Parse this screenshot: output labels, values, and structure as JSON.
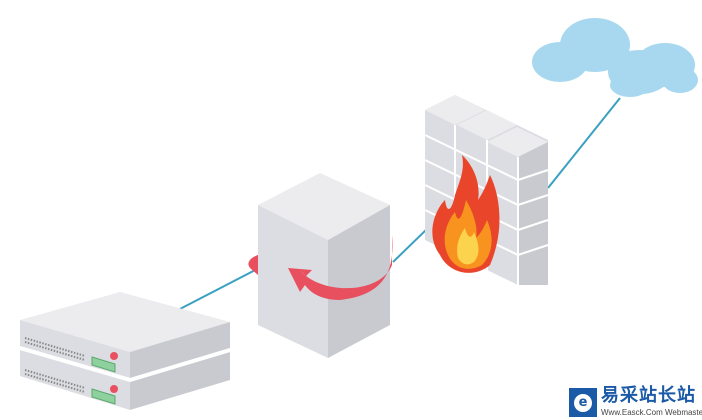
{
  "diagram": {
    "nodes": [
      "cloud-icon",
      "firewall-icon",
      "server-box-icon",
      "rack-server-icon"
    ],
    "colors": {
      "cloud": "#a8d8f0",
      "link": "#3aa0c0",
      "arrow": "#e8505f",
      "server": "#dcdde2",
      "fire": "#f07a20"
    }
  },
  "watermark": {
    "title": "易采站长站",
    "subtitle": "Www.Easck.Com Webmaster",
    "mark": "e"
  }
}
